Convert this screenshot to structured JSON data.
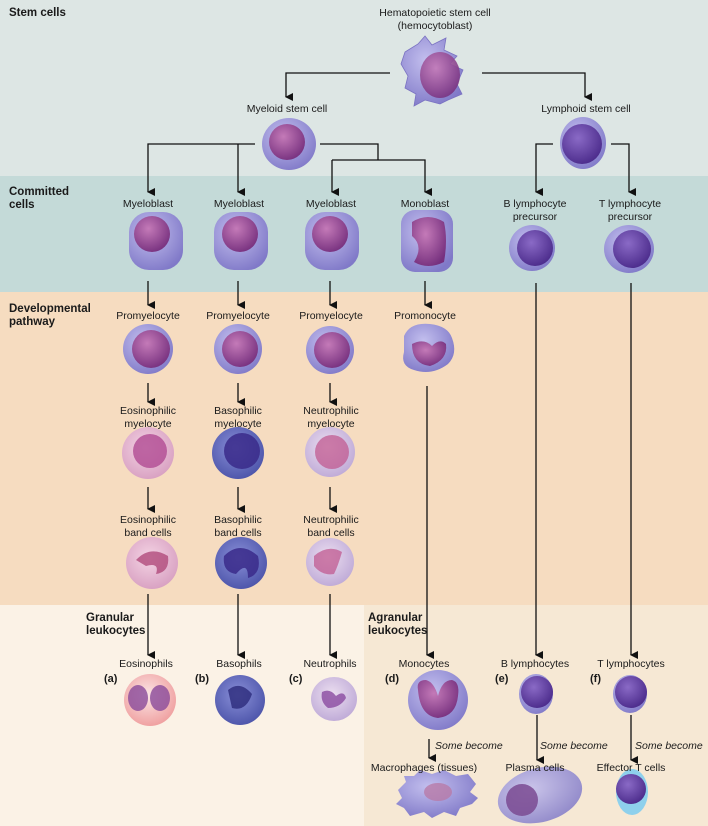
{
  "sections": {
    "stem": "Stem cells",
    "committed_line1": "Committed",
    "committed_line2": "cells",
    "dev_line1": "Developmental",
    "dev_line2": "pathway",
    "granular_line1": "Granular",
    "granular_line2": "leukocytes",
    "agranular_line1": "Agranular",
    "agranular_line2": "leukocytes"
  },
  "stem": {
    "hsc_line1": "Hematopoietic stem cell",
    "hsc_line2": "(hemocytoblast)",
    "myeloid": "Myeloid stem cell",
    "lymphoid": "Lymphoid stem cell"
  },
  "committed": {
    "c1": "Myeloblast",
    "c2": "Myeloblast",
    "c3": "Myeloblast",
    "c4": "Monoblast",
    "c5_line1": "B lymphocyte",
    "c5_line2": "precursor",
    "c6_line1": "T lymphocyte",
    "c6_line2": "precursor"
  },
  "developmental": {
    "p1": "Promyelocyte",
    "p2": "Promyelocyte",
    "p3": "Promyelocyte",
    "p4": "Promonocyte",
    "m1_line1": "Eosinophilic",
    "m1_line2": "myelocyte",
    "m2_line1": "Basophilic",
    "m2_line2": "myelocyte",
    "m3_line1": "Neutrophilic",
    "m3_line2": "myelocyte",
    "b1_line1": "Eosinophilic",
    "b1_line2": "band cells",
    "b2_line1": "Basophilic",
    "b2_line2": "band cells",
    "b3_line1": "Neutrophilic",
    "b3_line2": "band cells"
  },
  "mature": {
    "eosinophils": "Eosinophils",
    "basophils": "Basophils",
    "neutrophils": "Neutrophils",
    "monocytes": "Monocytes",
    "b_lymph": "B lymphocytes",
    "t_lymph": "T lymphocytes",
    "letters": [
      "(a)",
      "(b)",
      "(c)",
      "(d)",
      "(e)",
      "(f)"
    ]
  },
  "derived": {
    "some_become": "Some become",
    "macrophages": "Macrophages (tissues)",
    "plasma": "Plasma cells",
    "effector": "Effector T cells"
  },
  "colors": {
    "stem_band": "#dde6e4",
    "committed_band": "#c4dad8",
    "developmental_band": "#f6dcc0",
    "granular_band": "#fbf2e6",
    "agranular_band": "#f6e8d4",
    "cytoplasm": "#9b95d6",
    "nucleus": "#8a3e9a",
    "connector": "#111111"
  }
}
